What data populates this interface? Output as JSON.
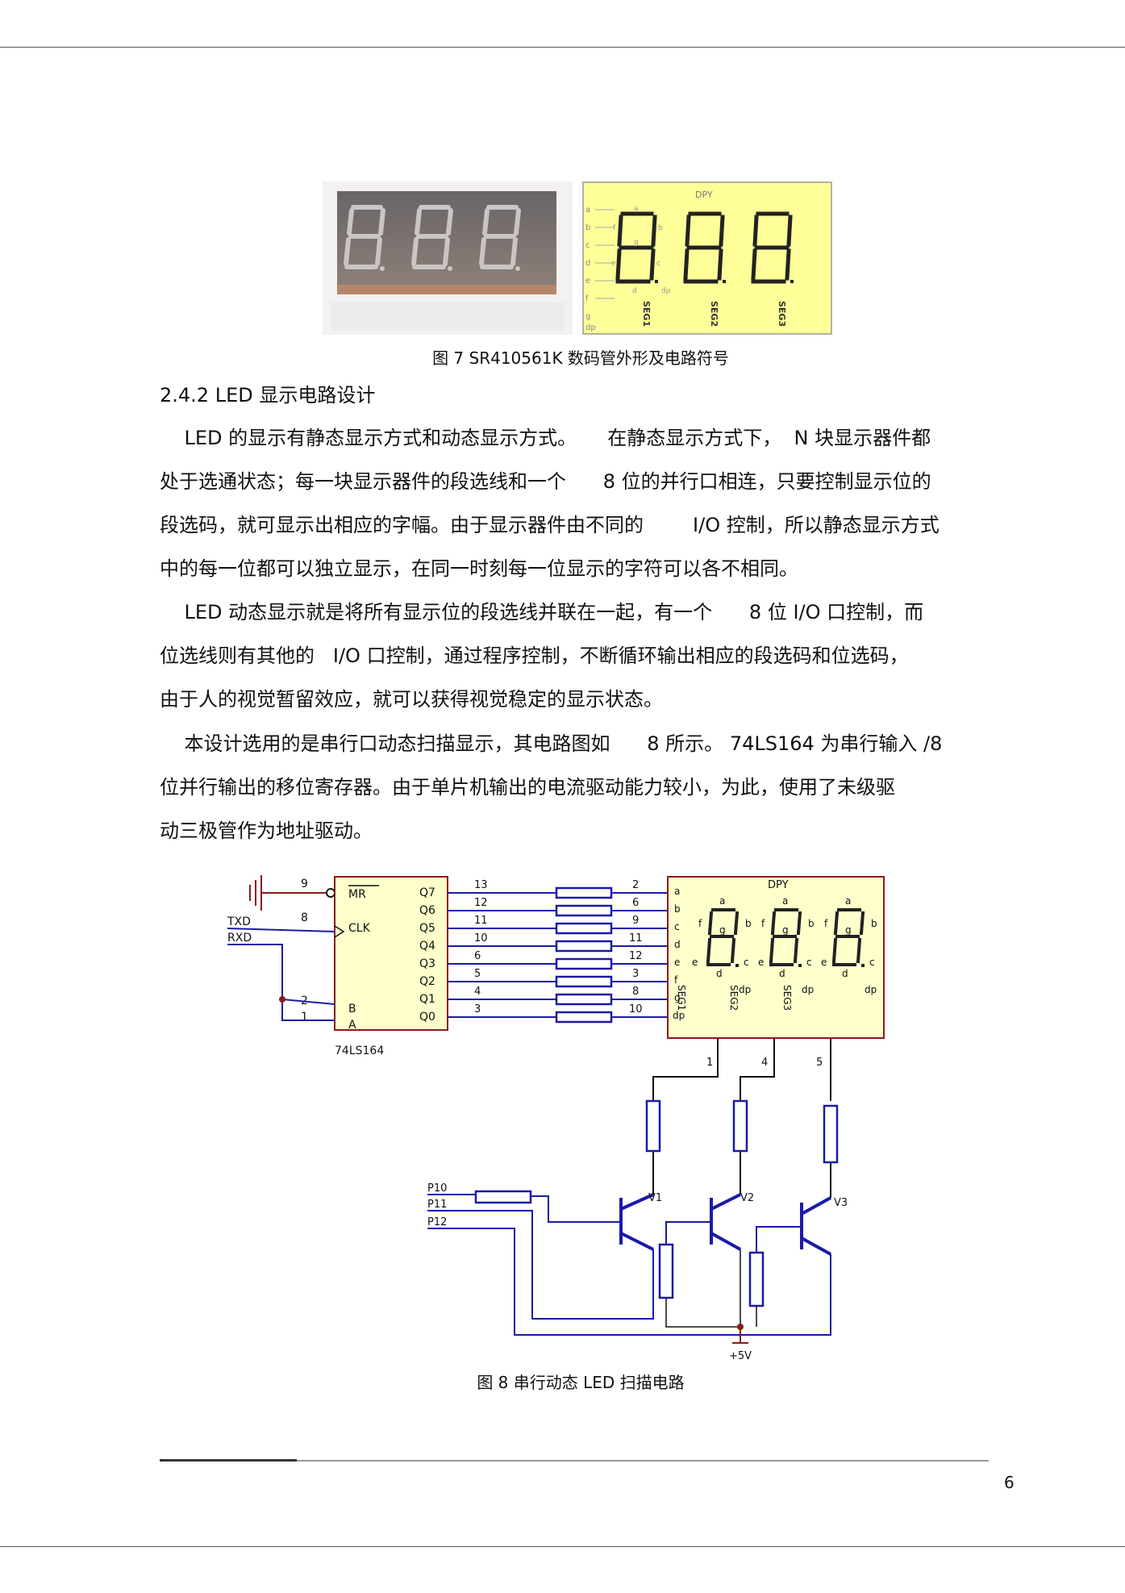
{
  "figure7": {
    "caption": "图 7 SR410561K  数码管外形及电路符号",
    "symbol": {
      "label": "DPY",
      "pins": [
        "a",
        "b",
        "c",
        "d",
        "e",
        "f",
        "g",
        "dp"
      ],
      "segment_labels": [
        "a",
        "b",
        "c",
        "d",
        "e",
        "f",
        "g",
        "dp"
      ],
      "digit_pins": [
        "SEG1",
        "SEG2",
        "SEG3"
      ]
    }
  },
  "section": {
    "heading": "2.4.2 LED 显示电路设计"
  },
  "paragraphs": [
    {
      "lines": [
        "    LED 的显示有静态显示方式和动态显示方式。     在静态显示方式下，  N 块显示器件都",
        "处于选通状态；每一块显示器件的段选线和一个      8 位的并行口相连，只要控制显示位的",
        "段选码，就可显示出相应的字幅。由于显示器件由不同的        I/O 控制，所以静态显示方式",
        "中的每一位都可以独立显示，在同一时刻每一位显示的字符可以各不相同。"
      ]
    },
    {
      "lines": [
        "    LED 动态显示就是将所有显示位的段选线并联在一起，有一个      8 位 I/O 口控制，而",
        "位选线则有其他的   I/O 口控制，通过程序控制，不断循环输出相应的段选码和位选码，",
        "由于人的视觉暂留效应，就可以获得视觉稳定的显示状态。"
      ]
    },
    {
      "lines": [
        "    本设计选用的是串行口动态扫描显示，其电路图如      8 所示。 74LS164 为串行输入 /8",
        "位并行输出的移位寄存器。由于单片机输出的电流驱动能力较小，为此，使用了未级驱",
        "动三极管作为地址驱动。"
      ]
    }
  ],
  "figure8": {
    "caption": "图 8  串行动态   LED  扫描电路",
    "chip": {
      "name": "74LS164",
      "left_pins": [
        {
          "num": "9",
          "label": "MR"
        },
        {
          "num": "8",
          "label": "CLK"
        },
        {
          "num": "2",
          "label": "B"
        },
        {
          "num": "1",
          "label": "A"
        }
      ],
      "outputs": [
        "Q7",
        "Q6",
        "Q5",
        "Q4",
        "Q3",
        "Q2",
        "Q1",
        "Q0"
      ],
      "output_pins": [
        "13",
        "12",
        "11",
        "10",
        "6",
        "5",
        "4",
        "3"
      ]
    },
    "signals": [
      "TXD",
      "RXD"
    ],
    "display": {
      "label": "DPY",
      "input_pins": [
        "2",
        "6",
        "9",
        "11",
        "12",
        "3",
        "8",
        "10"
      ],
      "segment_inputs": [
        "a",
        "b",
        "c",
        "d",
        "e",
        "f",
        "g",
        "dp"
      ],
      "digit_com_pins": [
        "1",
        "4",
        "5"
      ]
    },
    "ports": [
      "P10",
      "P11",
      "P12"
    ],
    "transistors": [
      "V1",
      "V2",
      "V3"
    ],
    "supply": "+5V"
  },
  "page_number": "6"
}
